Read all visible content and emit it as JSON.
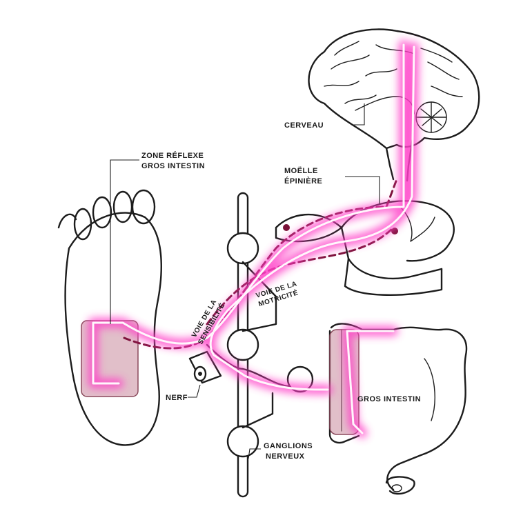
{
  "labels": {
    "cerveau": "CERVEAU",
    "zone_reflexe_line1": "ZONE  RÉFLEXE",
    "zone_reflexe_line2": "GROS  INTESTIN",
    "moelle_line1": "MOËLLE",
    "moelle_line2": "ÉPINIÈRE",
    "voie_sensibilite_line1": "VOIE DE LA",
    "voie_sensibilite_line2": "SENSIBILITÉ",
    "voie_motricite_line1": "VOIE DE LA",
    "voie_motricite_line2": "MOTRICITÉ",
    "nerf": "NERF",
    "gros_intestin": "GROS INTESTIN",
    "ganglions_line1": "GANGLIONS",
    "ganglions_line2": "NERVEUX"
  },
  "colors": {
    "glow": "#ff3fc8",
    "pathway_core": "#fff6fc",
    "nerve_pathway": "#7a1238",
    "reflex_zone": "#c98a9c",
    "ink": "#1c1c1c"
  }
}
